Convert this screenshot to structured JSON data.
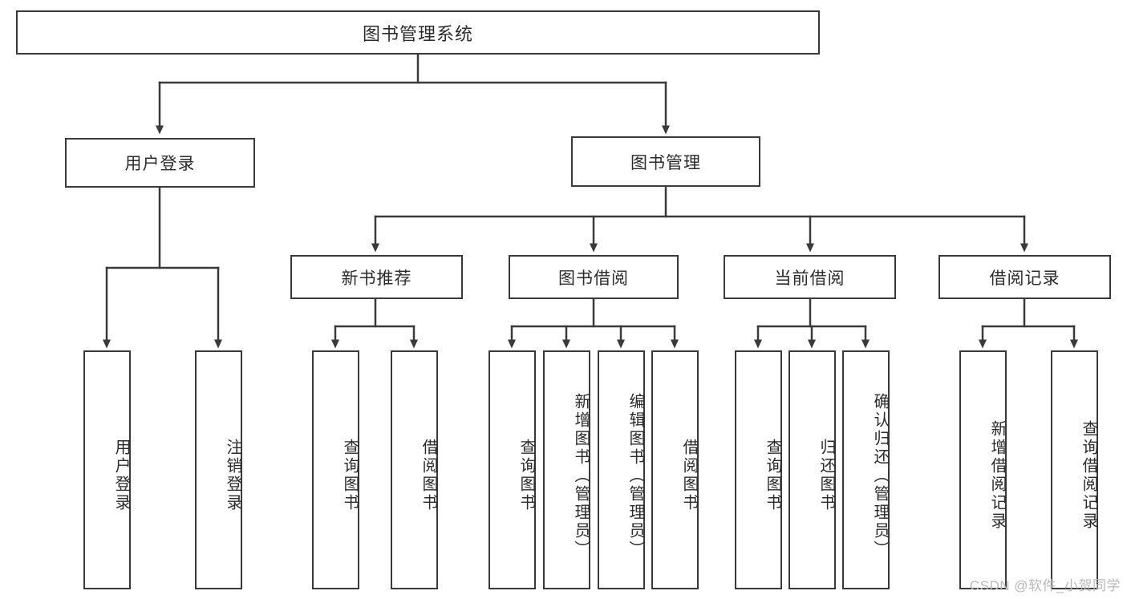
{
  "diagram": {
    "type": "tree",
    "title": "图书管理系统",
    "watermark": "CSDN @软件_小贺同学",
    "colors": {
      "box_border": "#3a3a3a",
      "box_fill": "#ffffff",
      "connector": "#3a3a3a",
      "text": "#2b2b2b",
      "watermark": "#b9b9b9",
      "background": "#ffffff"
    },
    "nodes": {
      "root": {
        "label": "图书管理系统"
      },
      "level1": [
        {
          "label": "用户登录"
        },
        {
          "label": "图书管理"
        }
      ],
      "level2": [
        {
          "label": "新书推荐"
        },
        {
          "label": "图书借阅"
        },
        {
          "label": "当前借阅"
        },
        {
          "label": "借阅记录"
        }
      ],
      "leaves": {
        "user_login": [
          {
            "label": "用户登录"
          },
          {
            "label": "注销登录"
          }
        ],
        "new_book_rec": [
          {
            "label": "查询图书"
          },
          {
            "label": "借阅图书"
          }
        ],
        "book_borrow": [
          {
            "label": "查询图书"
          },
          {
            "label": "新增图书（管理员）"
          },
          {
            "label": "编辑图书（管理员）"
          },
          {
            "label": "借阅图书"
          }
        ],
        "current_borrow": [
          {
            "label": "查询图书"
          },
          {
            "label": "归还图书"
          },
          {
            "label": "确认归还（管理员）"
          }
        ],
        "borrow_record": [
          {
            "label": "新增借阅记录"
          },
          {
            "label": "查询借阅记录"
          }
        ]
      }
    }
  }
}
